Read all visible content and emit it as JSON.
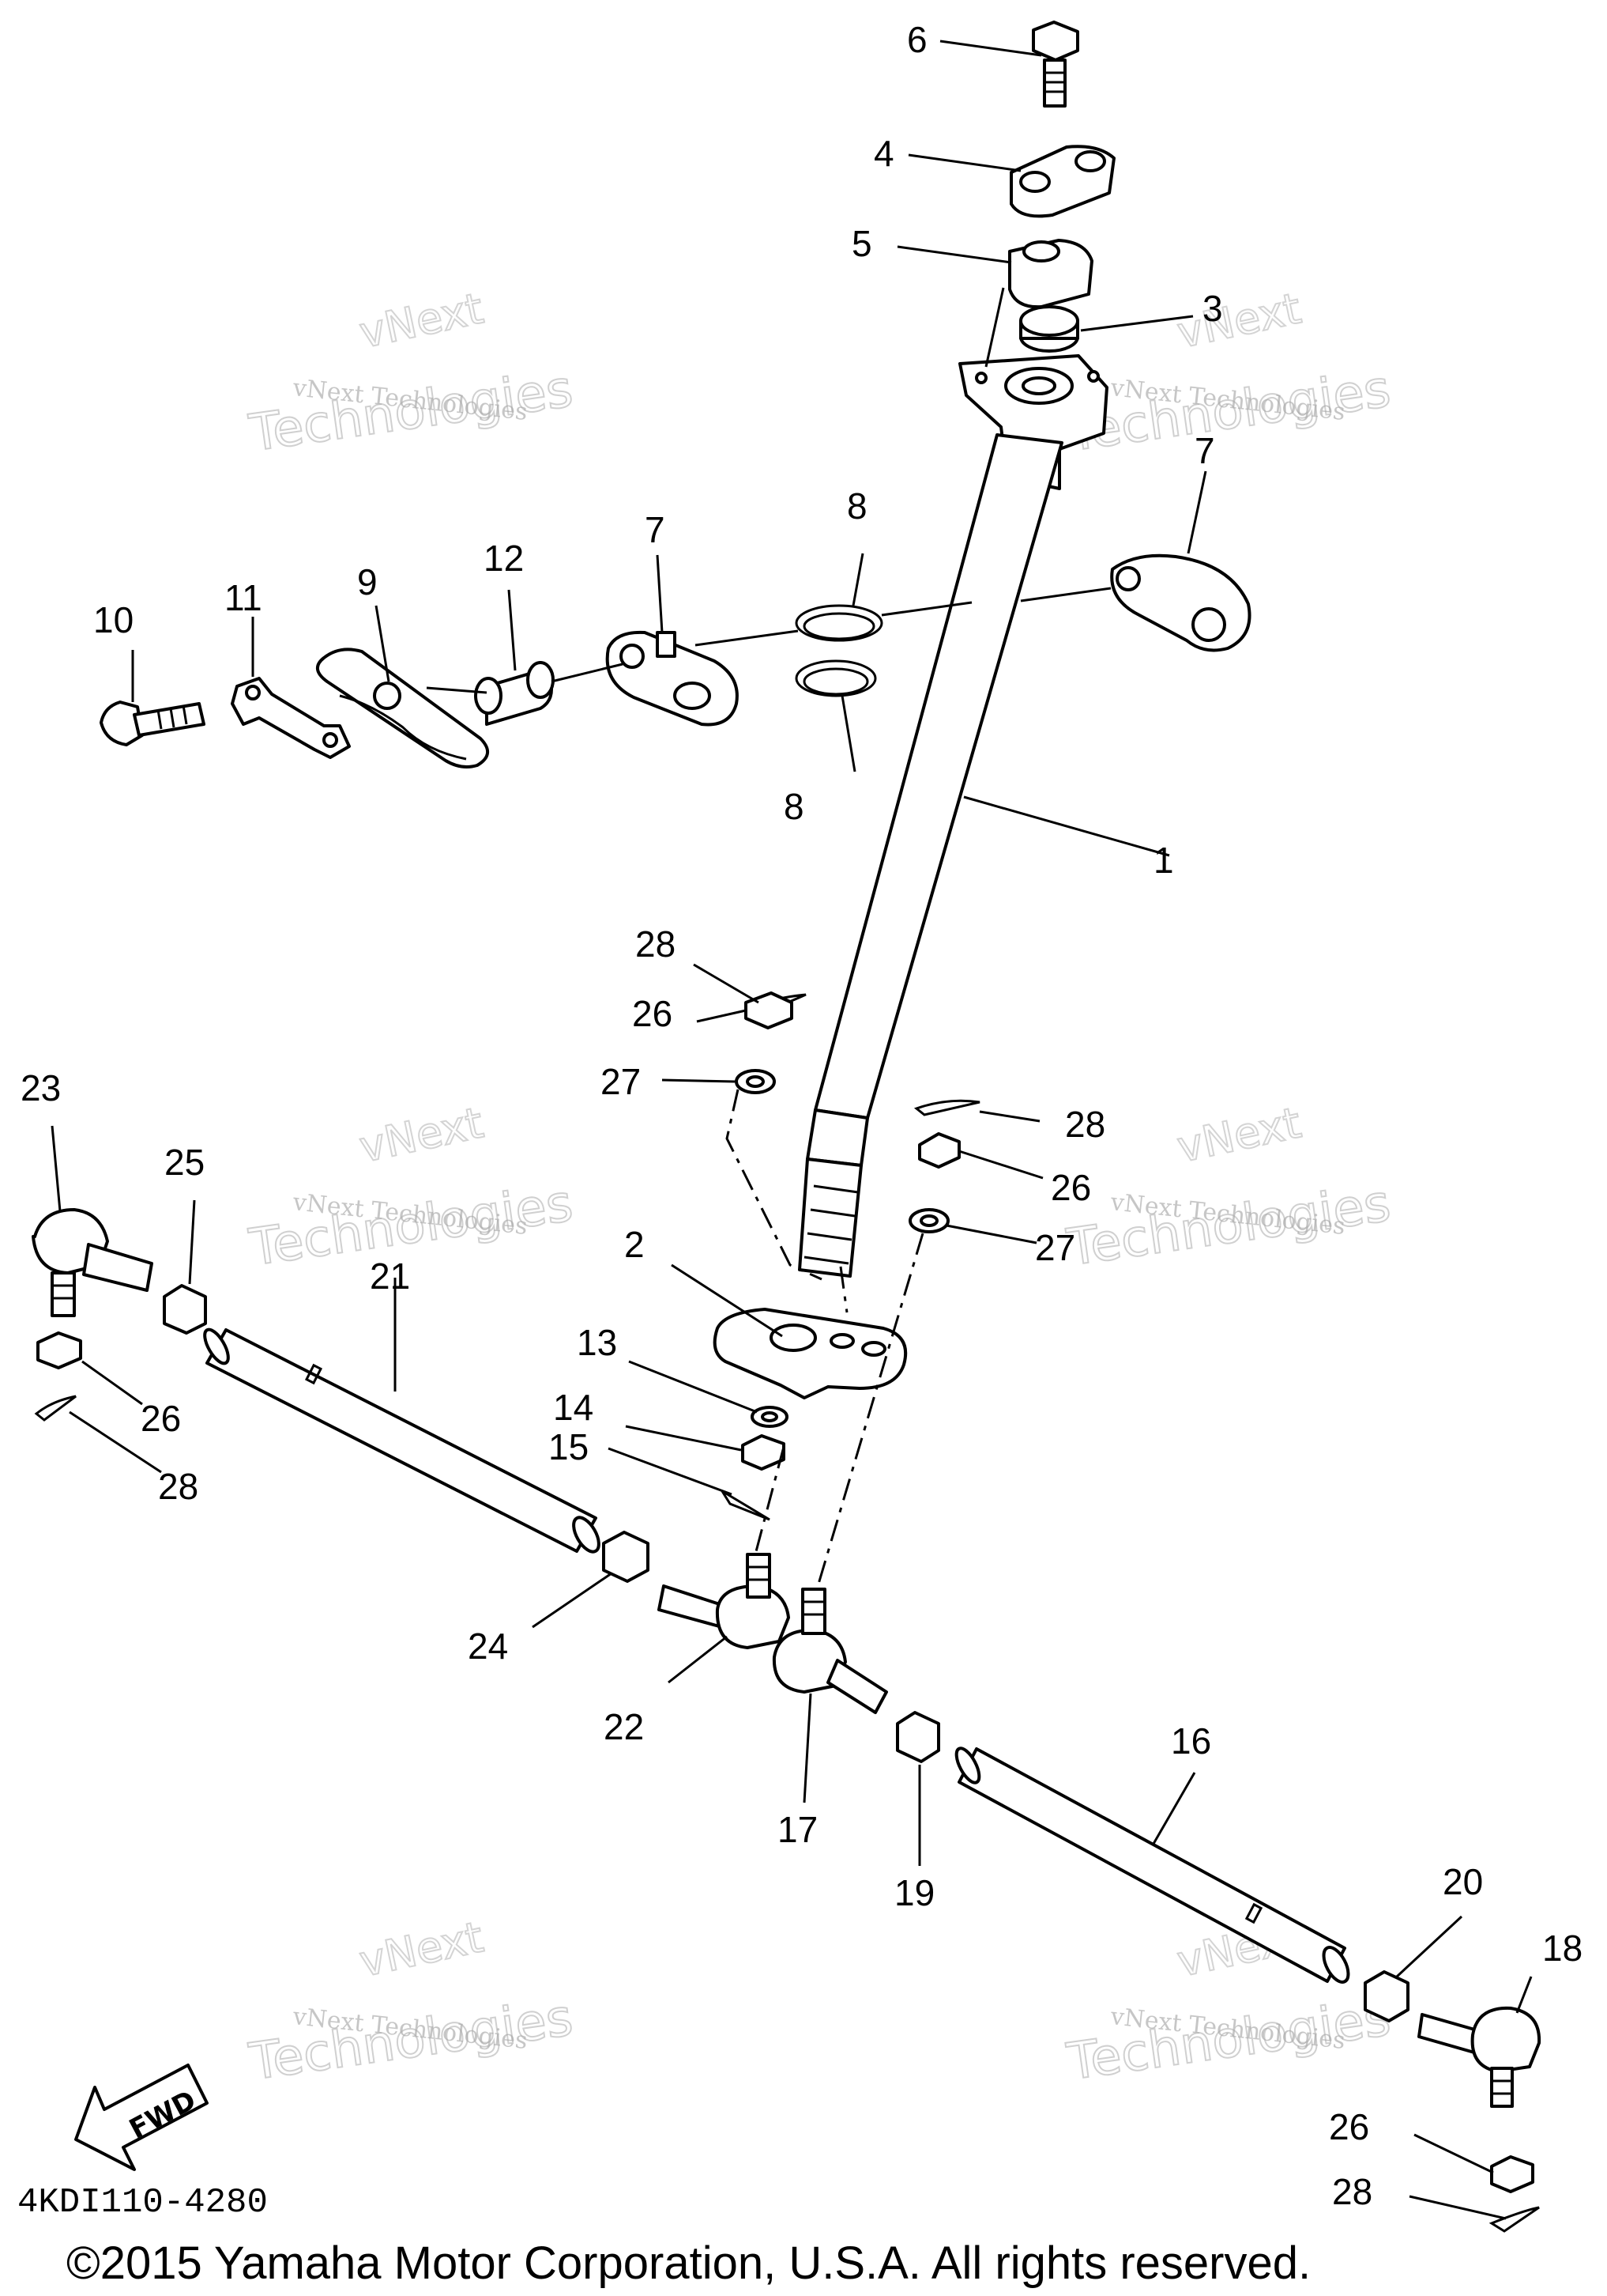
{
  "diagram": {
    "labels": [
      "6",
      "4",
      "5",
      "3",
      "7",
      "8",
      "10",
      "11",
      "9",
      "12",
      "7",
      "8",
      "1",
      "28",
      "26",
      "27",
      "23",
      "25",
      "28",
      "26",
      "27",
      "2",
      "21",
      "13",
      "26",
      "14",
      "28",
      "15",
      "24",
      "22",
      "16",
      "17",
      "19",
      "20",
      "18",
      "26",
      "28"
    ],
    "part_code": "4KDI110-4280",
    "fwd_label": "FWD",
    "copyright": "©2015 Yamaha Motor Corporation, U.S.A. All rights reserved.",
    "watermarks": [
      {
        "line1": "vNext",
        "line2": "vNext Technologies",
        "line3": "Technologies"
      },
      {
        "line1": "vNext",
        "line2": "vNext Technologies",
        "line3": "Technologies"
      },
      {
        "line1": "vNext",
        "line2": "vNext Technologies",
        "line3": "Technologies"
      },
      {
        "line1": "vNext",
        "line2": "vNext Technologies",
        "line3": "Technologies"
      },
      {
        "line1": "vNext",
        "line2": "vNext Technologies",
        "line3": "Technologies"
      },
      {
        "line1": "vNext",
        "line2": "vNext Technologies",
        "line3": "Technologies"
      }
    ]
  }
}
